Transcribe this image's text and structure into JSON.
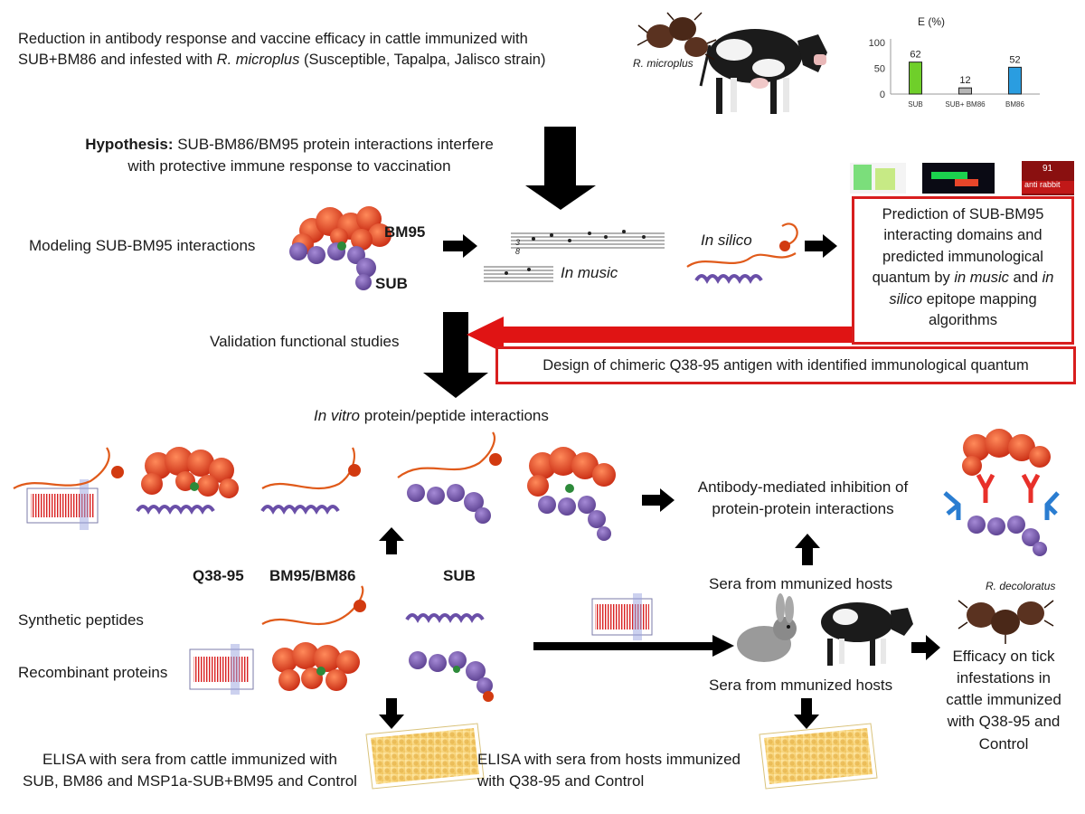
{
  "header": {
    "line1": "Reduction in antibody response and vaccine efficacy in cattle immunized with",
    "line2_pre": "SUB+BM86 and infested with ",
    "line2_italic": "R. microplus",
    "line2_post": " (Susceptible, Tapalpa, Jalisco strain)",
    "cow_label": "R. microplus"
  },
  "chart_data": {
    "type": "bar",
    "title": "E (%)",
    "categories": [
      "SUB",
      "SUB+ BM86",
      "BM86"
    ],
    "values": [
      62,
      12,
      52
    ],
    "ylim": [
      0,
      100
    ],
    "yticks": [
      0,
      50,
      100
    ],
    "colors": [
      "#6fcf2a",
      "#b5b5b5",
      "#2a9de0"
    ]
  },
  "hypothesis": {
    "label": "Hypothesis:",
    "line1": " SUB-BM86/BM95 protein interactions interfere",
    "line2": "with protective immune response to vaccination"
  },
  "modeling": {
    "label": "Modeling SUB-BM95 interactions",
    "bm95": "BM95",
    "sub": "SUB",
    "in_music": "In music",
    "in_silico": "In silico",
    "music_note_a": "3",
    "music_note_b": "8",
    "thumb_label": "91",
    "thumb_sublabel": "anti rabbit"
  },
  "prediction_box": {
    "l1": "Prediction of SUB-BM95",
    "l2": "interacting domains and",
    "l3": "predicted immunological",
    "l4_a": "quantum by ",
    "l4_b": "in music",
    "l4_c": " and ",
    "l4_d": "in",
    "l5_a": "silico",
    "l5_b": " epitope mapping",
    "l6": "algorithms"
  },
  "validation": {
    "label": "Validation functional studies"
  },
  "design_box": {
    "text": "Design of chimeric Q38-95 antigen with identified immunological quantum"
  },
  "in_vitro": {
    "italic": "In vitro",
    "rest": " protein/peptide interactions"
  },
  "inhibition": {
    "line1": "Antibody-mediated inhibition of",
    "line2": "protein-protein interactions"
  },
  "columns": {
    "q38": "Q38-95",
    "bm": "BM95/BM86",
    "sub": "SUB"
  },
  "rows": {
    "synthetic": "Synthetic peptides",
    "recombinant": "Recombinant proteins"
  },
  "sera": {
    "top": "Sera from mmunized hosts",
    "bottom": "Sera from mmunized hosts"
  },
  "decoloratus": {
    "label": "R. decoloratus"
  },
  "efficacy": {
    "l1": "Efficacy on tick",
    "l2": "infestations in",
    "l3": "cattle immunized",
    "l4": "with Q38-95 and",
    "l5": "Control"
  },
  "elisa_left": {
    "line1": "ELISA with sera from cattle immunized with",
    "line2": "SUB, BM86 and MSP1a-SUB+BM95 and Control"
  },
  "elisa_right": {
    "line1": "ELISA with sera from hosts immunized",
    "line2": "with Q38-95 and Control"
  }
}
